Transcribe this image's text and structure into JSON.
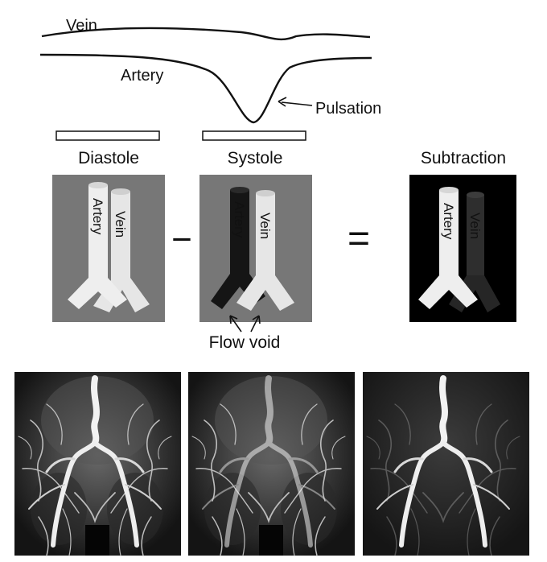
{
  "waveform": {
    "vein_label": "Vein",
    "artery_label": "Artery",
    "pulsation_label": "Pulsation"
  },
  "phases": {
    "diastole": "Diastole",
    "systole": "Systole",
    "subtraction": "Subtraction"
  },
  "panels": {
    "artery_label": "Artery",
    "vein_label": "Vein",
    "flow_void_label": "Flow void",
    "minus_sign": "−",
    "equals_sign": "="
  },
  "colors": {
    "panel_gray": "#777777",
    "vessel_white": "#e6e6e6",
    "vessel_dark": "#151515",
    "subtraction_bg": "#000000",
    "subtraction_vein": "#2e2e2e"
  },
  "images": [
    {
      "kind": "angiogram-diastole"
    },
    {
      "kind": "angiogram-systole"
    },
    {
      "kind": "angiogram-subtraction"
    }
  ]
}
